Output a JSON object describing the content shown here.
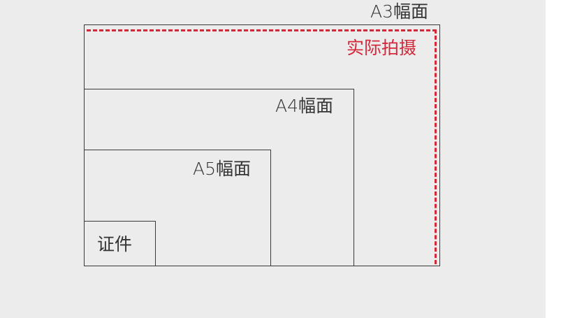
{
  "diagram": {
    "labels": {
      "a3": "A3幅面",
      "a4": "A4幅面",
      "a5": "A5幅面",
      "id_card": "证件",
      "actual_capture": "实际拍摄"
    },
    "colors": {
      "background": "#ececec",
      "outline": "#3a3a3a",
      "text": "#333333",
      "capture_dashed": "#d4283a"
    }
  }
}
